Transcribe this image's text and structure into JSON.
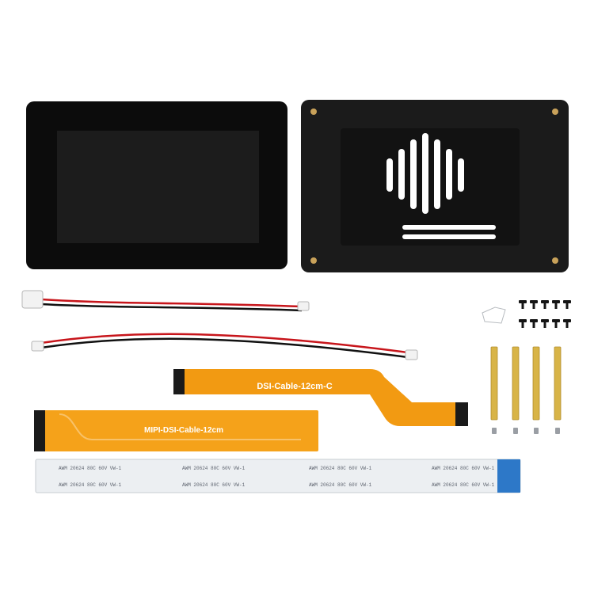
{
  "scene": {
    "background": "#ffffff",
    "items": {
      "display_front": {
        "bezel_color": "#0c0c0c",
        "screen_color": "#1c1c1c"
      },
      "display_back": {
        "case_color": "#1b1b1b",
        "panel_color": "#121212",
        "screw_color": "#c9a25a"
      },
      "jst_cable": {
        "connector_color": "#f2f2f2",
        "wire_red": "#c7151b",
        "wire_black": "#111111"
      },
      "dsi_cable_c": {
        "label": "DSI-Cable-12cm-C",
        "cable_color": "#f29a12",
        "end_color": "#1a1a1a"
      },
      "mipi_dsi_cable": {
        "label": "MIPI-DSI-Cable-12cm",
        "cable_color": "#f5a21a",
        "end_color": "#1a1a1a"
      },
      "fpc_cable": {
        "print_text": "AWM 20624 80C 60V VW-1",
        "stripe_color": "#eceff2",
        "tab_color": "#2d78c8"
      },
      "screws": {
        "count": 10,
        "color": "#151515"
      },
      "standoffs": {
        "count": 4,
        "brass_color": "#d8b447",
        "small_screw_color": "#9a9ea4"
      }
    }
  }
}
